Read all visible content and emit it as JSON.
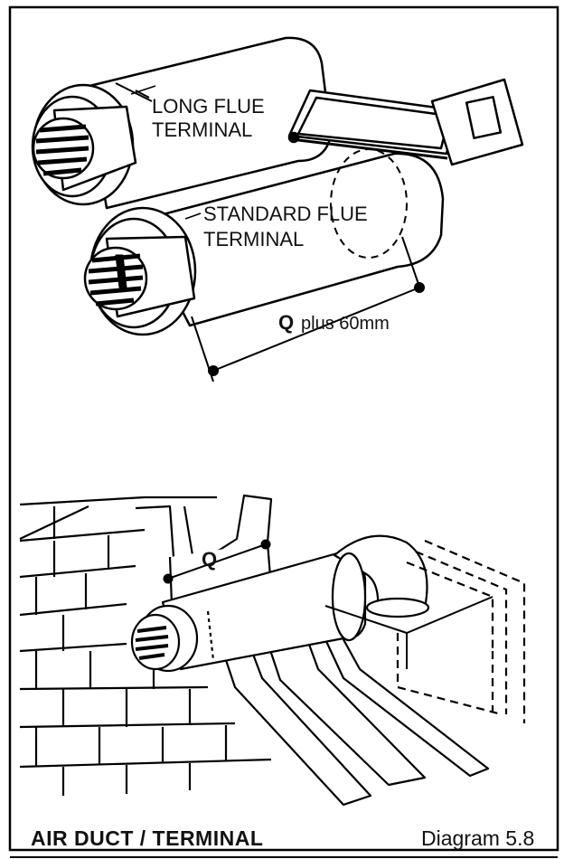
{
  "labels": {
    "long_flue": [
      "LONG FLUE",
      "TERMINAL"
    ],
    "standard_flue": [
      "STANDARD FLUE",
      "TERMINAL"
    ],
    "dimension_q": "Q",
    "dimension_suffix": "plus 60mm",
    "wall_q": "Q"
  },
  "footer": {
    "title": "AIR DUCT / TERMINAL",
    "diagram_number": "Diagram 5.8"
  }
}
